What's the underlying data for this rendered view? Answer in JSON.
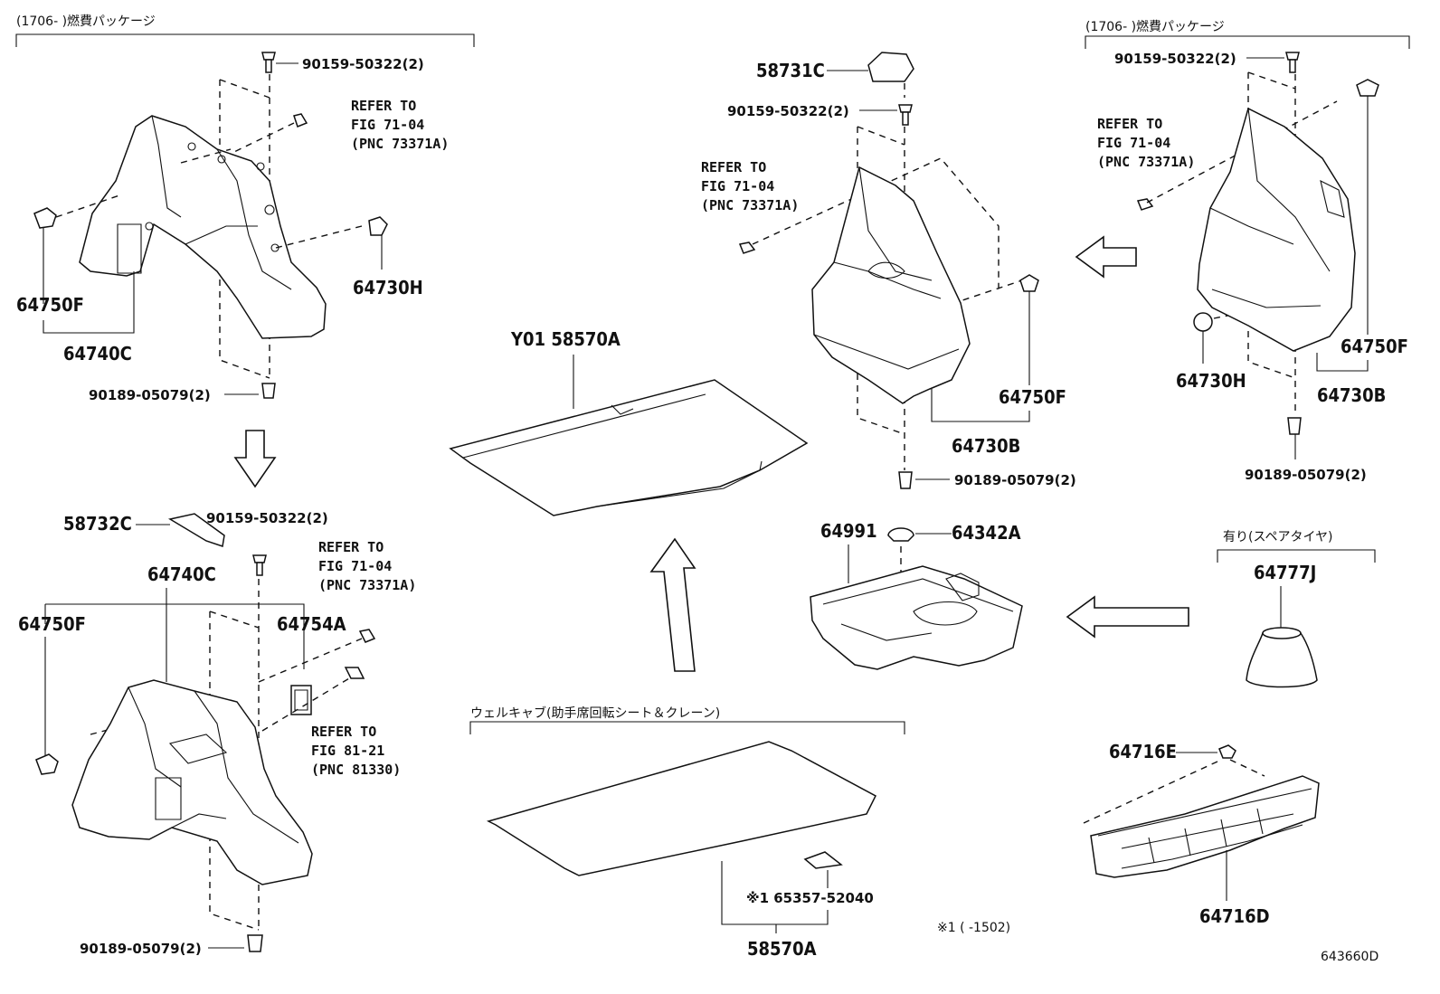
{
  "diagram_id": "643660D",
  "groups": {
    "fuel_pkg_left": "(1706-     )燃費パッケージ",
    "fuel_pkg_right": "(1706-     )燃費パッケージ",
    "spare_tire": "有り(スペアタイヤ)",
    "welcab": "ウェルキャブ(助手席回転シート＆クレーン)"
  },
  "footnote": "※1 (      -1502)",
  "refs": {
    "fig71_a": [
      "REFER TO",
      "FIG 71-04",
      "(PNC 73371A)"
    ],
    "fig71_b": [
      "REFER TO",
      "FIG 71-04",
      "(PNC 73371A)"
    ],
    "fig71_c": [
      "REFER TO",
      "FIG 71-04",
      "(PNC 73371A)"
    ],
    "fig71_d": [
      "REFER TO",
      "FIG 71-04",
      "(PNC 73371A)"
    ],
    "fig81": [
      "REFER TO",
      "FIG 81-21",
      "(PNC 81330)"
    ]
  },
  "parts": {
    "p90159_tl": "90159-50322(2)",
    "p64750F_tl": "64750F",
    "p64740C_tl": "64740C",
    "p64730H_tl": "64730H",
    "p90189_tl": "90189-05079(2)",
    "p58732C": "58732C",
    "p90159_bl": "90159-50322(2)",
    "p64740C_bl": "64740C",
    "p64750F_bl": "64750F",
    "p64754A": "64754A",
    "p90189_bl": "90189-05079(2)",
    "pY01": "Y01 58570A",
    "p58731C": "58731C",
    "p90159_c": "90159-50322(2)",
    "p64750F_c": "64750F",
    "p64730B_c": "64730B",
    "p90189_c": "90189-05079(2)",
    "p90159_r": "90159-50322(2)",
    "p64730H_r": "64730H",
    "p64750F_r": "64750F",
    "p64730B_r": "64730B",
    "p90189_r": "90189-05079(2)",
    "p64991": "64991",
    "p64342A": "64342A",
    "p64777J": "64777J",
    "p65357": "※1 65357-52040",
    "p58570A": "58570A",
    "p64716E": "64716E",
    "p64716D": "64716D"
  }
}
